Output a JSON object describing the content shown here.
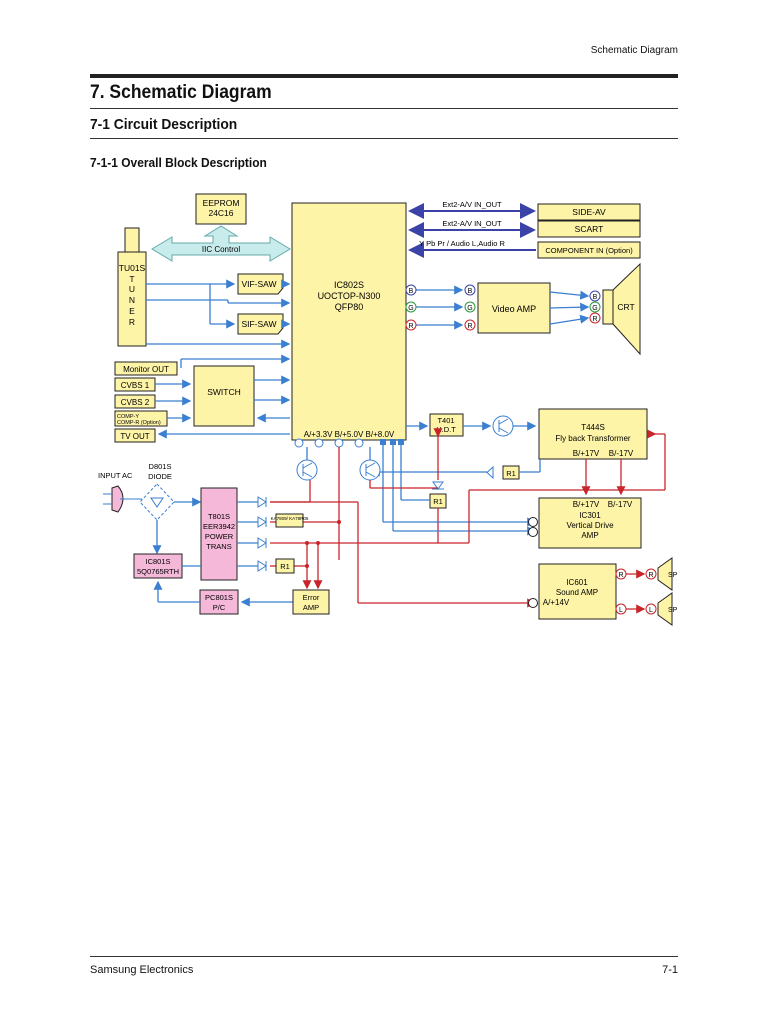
{
  "header": {
    "running_title": "Schematic Diagram"
  },
  "page": {
    "chapter_title": "7. Schematic Diagram",
    "section_title": "7-1  Circuit Description",
    "subsection_title": "7-1-1 Overall Block Description"
  },
  "diagram": {
    "eeprom": [
      "EEPROM",
      "24C16"
    ],
    "iic_control": "IIC Control",
    "tuner": [
      "TU01S",
      "T",
      "U",
      "N",
      "E",
      "R"
    ],
    "vif_saw": "VIF-SAW",
    "sif_saw": "SIF-SAW",
    "ic802": [
      "IC802S",
      "UOCTOP-N300",
      "QFP80"
    ],
    "supply_rails": "A/+3.3V B/+5.0V B/+8.0V",
    "ext2_out": "Ext2-A/V IN_OUT",
    "ext2_in": "Ext2-A/V IN_OUT",
    "ypbpr": "Y Pb Pr / Audio L,Audio R",
    "side_av": "SIDE-AV",
    "scart": "SCART",
    "component_in": "COMPONENT IN (Option)",
    "video_amp": "Video AMP",
    "crt": "CRT",
    "rgb": [
      "B",
      "G",
      "R"
    ],
    "monitor_out": "Monitor OUT",
    "cvbs1": "CVBS 1",
    "cvbs2": "CVBS 2",
    "comp_y": "COMP-Y",
    "comp_r": "COMP-R (Option)",
    "tv_out": "TV OUT",
    "switch": "SWITCH",
    "t401": [
      "T401",
      "H.D.T"
    ],
    "t444": [
      "T444S",
      "Fly back Transformer"
    ],
    "t444_rails": [
      "B/+17V",
      "B/-17V"
    ],
    "ic301_rails": [
      "B/+17V",
      "B/-17V"
    ],
    "ic301": [
      "IC301",
      "Vertical Drive",
      "AMP"
    ],
    "r1": "R1",
    "input_ac": "INPUT AC",
    "d801": [
      "D801S",
      "DIODE"
    ],
    "t801": [
      "T801S",
      "EER3942",
      "POWER",
      "TRANS"
    ],
    "katerog": "KA7809/ KA78R05",
    "ic801": [
      "IC801S",
      "5Q0765RTH"
    ],
    "pc801": [
      "PC801S",
      "P/C"
    ],
    "error_amp": [
      "Error",
      "AMP"
    ],
    "ic601": [
      "IC601",
      "Sound AMP",
      "A/+14V"
    ],
    "sp": "SP",
    "lr": [
      "R",
      "L"
    ],
    "colors": {
      "blue_line": "#3a7fd0",
      "red_line": "#c8252b",
      "chip_yellow": "#fef4a8",
      "box_pink": "#f5b8d9",
      "bus_blue": "#3c43a8"
    }
  },
  "footer": {
    "company": "Samsung Electronics",
    "page_number": "7-1"
  }
}
